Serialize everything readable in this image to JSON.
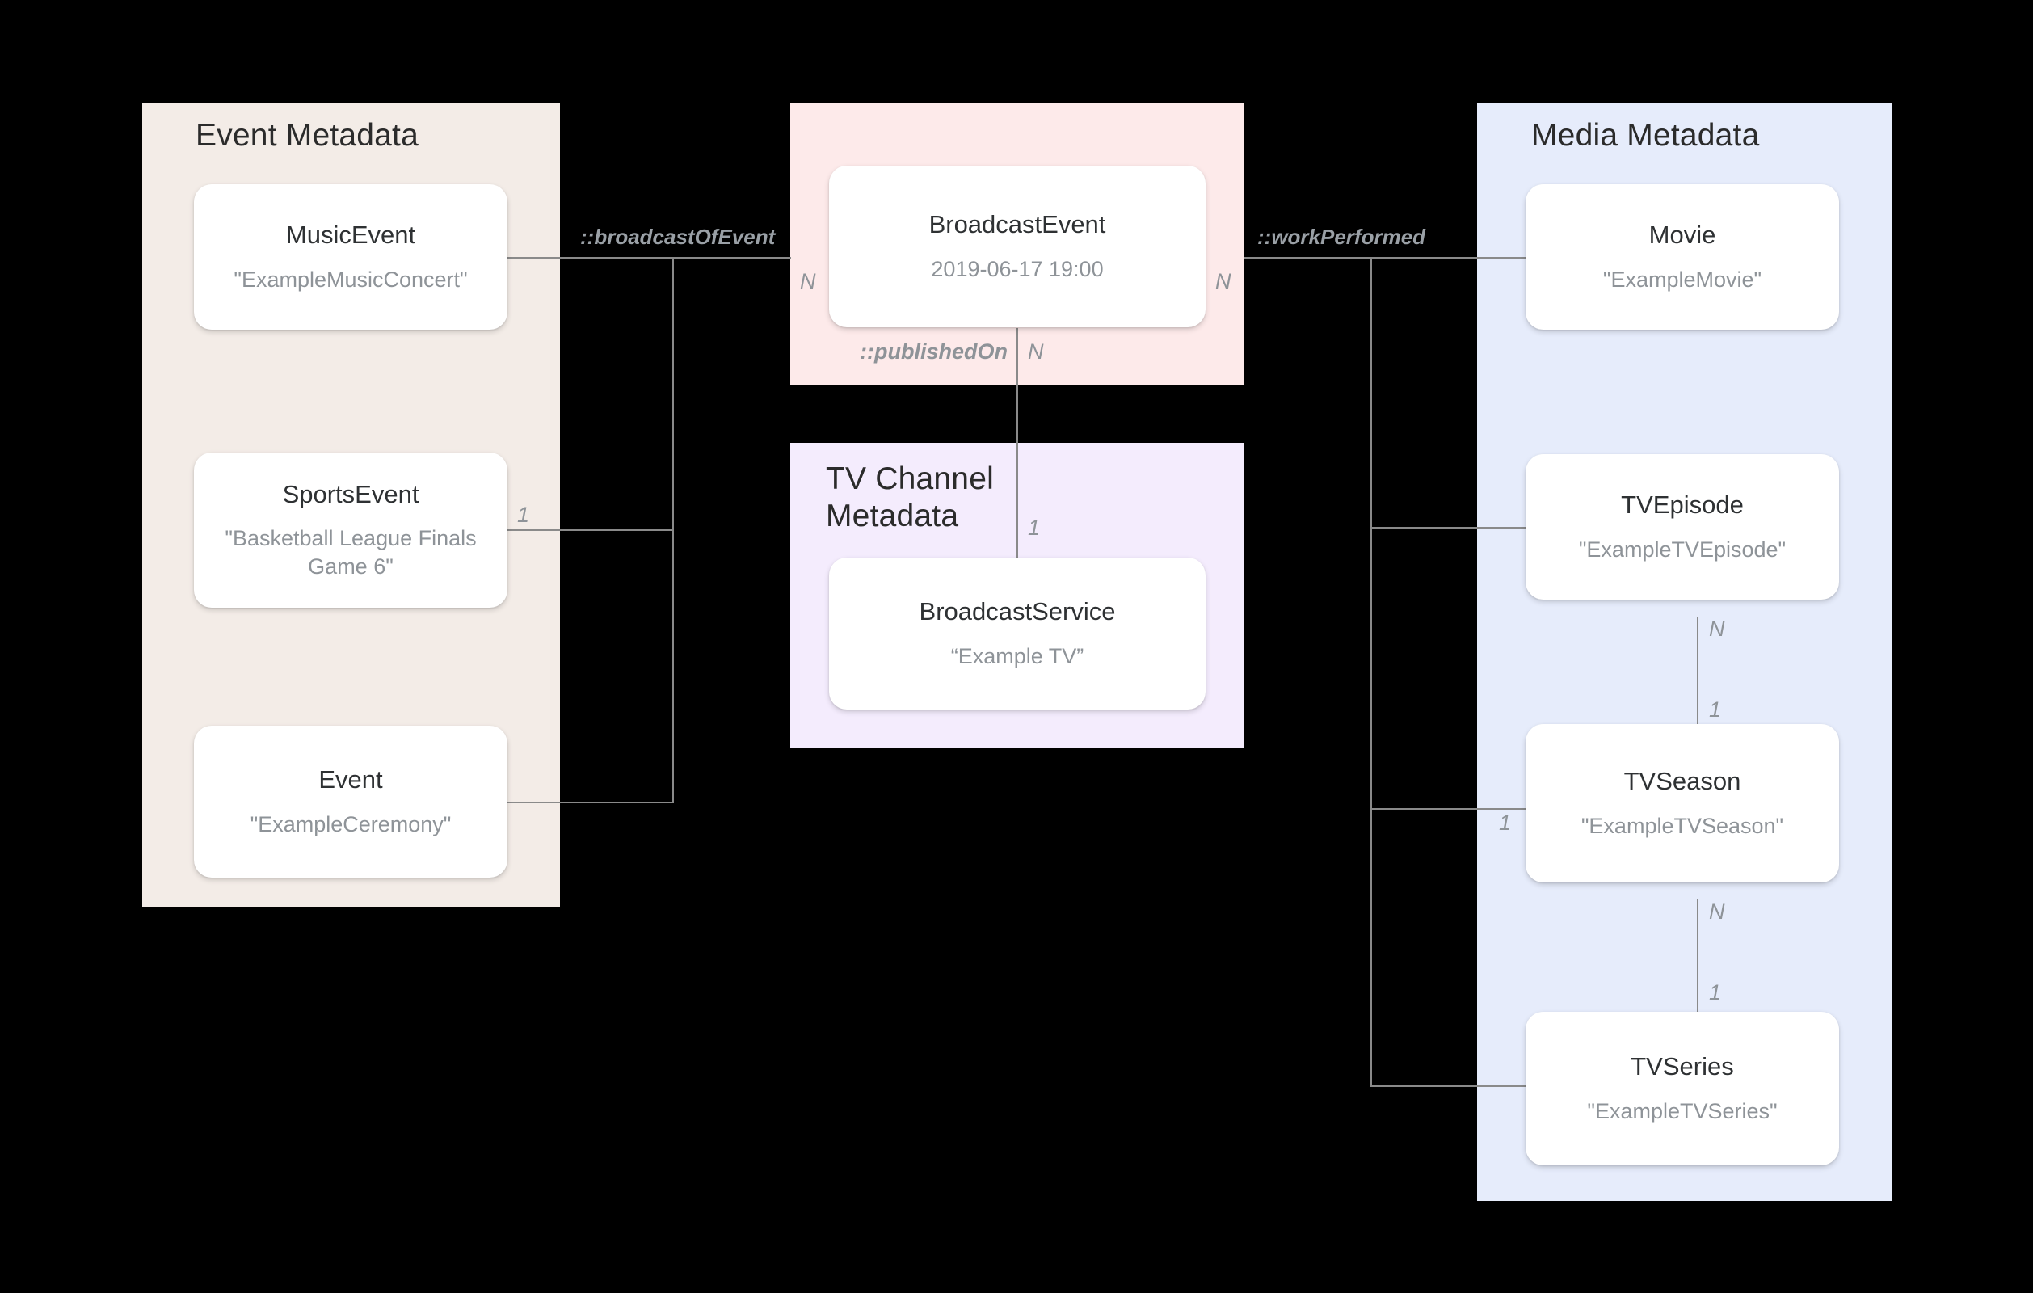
{
  "diagram": {
    "title": "Broadcast and media metadata entity relationship diagram",
    "colors": {
      "event_panel": "#f3ece7",
      "broadcast_panel": "#fdeaea",
      "tv_channel_panel": "#f4ecfd",
      "media_panel": "#e6ecfb",
      "card_background": "#ffffff",
      "connector": "#8a8a8a",
      "title_text": "#2b2b2b",
      "card_title_text": "#2e3133",
      "card_value_text": "#8e9398",
      "canvas_background": "#000000"
    },
    "groups": [
      {
        "id": "event",
        "title": "Event Metadata"
      },
      {
        "id": "broadcast",
        "title": ""
      },
      {
        "id": "tv",
        "title": "TV Channel\nMetadata"
      },
      {
        "id": "media",
        "title": "Media Metadata"
      }
    ],
    "entities": [
      {
        "id": "music-event",
        "title": "MusicEvent",
        "value": "\"ExampleMusicConcert\""
      },
      {
        "id": "sports-event",
        "title": "SportsEvent",
        "value": "\"Basketball League Finals Game 6\""
      },
      {
        "id": "event",
        "title": "Event",
        "value": "\"ExampleCeremony\""
      },
      {
        "id": "broadcast-event",
        "title": "BroadcastEvent",
        "value": "2019-06-17 19:00"
      },
      {
        "id": "broadcast-service",
        "title": "BroadcastService",
        "value": "“Example TV”"
      },
      {
        "id": "movie",
        "title": "Movie",
        "value": "\"ExampleMovie\""
      },
      {
        "id": "tv-episode",
        "title": "TVEpisode",
        "value": "\"ExampleTVEpisode\""
      },
      {
        "id": "tv-season",
        "title": "TVSeason",
        "value": "\"ExampleTVSeason\""
      },
      {
        "id": "tv-series",
        "title": "TVSeries",
        "value": "\"ExampleTVSeries\""
      }
    ],
    "relations": [
      {
        "id": "broadcast-of-event",
        "label": "::broadcastOfEvent",
        "from": "broadcast-event",
        "to": "event-metadata-group",
        "from_cardinality": "N",
        "to_cardinality": "1"
      },
      {
        "id": "work-performed",
        "label": "::workPerformed",
        "from": "broadcast-event",
        "to": "media-metadata-group",
        "from_cardinality": "N",
        "to_cardinality": "1"
      },
      {
        "id": "published-on",
        "label": "::publishedOn",
        "from": "broadcast-event",
        "to": "broadcast-service",
        "from_cardinality": "N",
        "to_cardinality": "1"
      },
      {
        "id": "episode-season",
        "label": "",
        "from": "tv-episode",
        "to": "tv-season",
        "from_cardinality": "N",
        "to_cardinality": "1"
      },
      {
        "id": "season-series",
        "label": "",
        "from": "tv-season",
        "to": "tv-series",
        "from_cardinality": "N",
        "to_cardinality": "1"
      }
    ],
    "edge_labels": {
      "broadcast_of_event": "::broadcastOfEvent",
      "work_performed": "::workPerformed",
      "published_on": "::publishedOn"
    },
    "cardinalities": {
      "broadcast_event_left_n": "N",
      "broadcast_event_right_n": "N",
      "broadcast_event_published_n": "N",
      "sports_event_one": "1",
      "broadcast_service_one": "1",
      "tv_episode_n": "N",
      "tv_season_one_vertical": "1",
      "tv_season_one_left": "1",
      "tv_season_n": "N",
      "tv_series_one": "1"
    }
  }
}
